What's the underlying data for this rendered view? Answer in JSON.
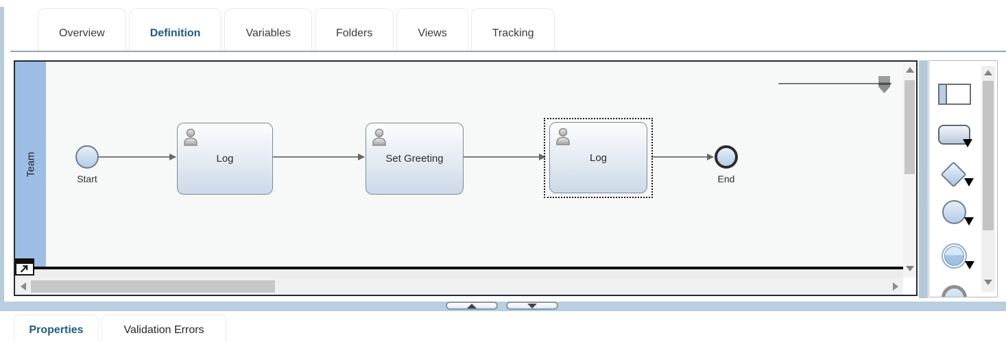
{
  "top_tabs": {
    "overview": "Overview",
    "definition": "Definition",
    "variables": "Variables",
    "folders": "Folders",
    "views": "Views",
    "tracking": "Tracking",
    "selected": "Definition"
  },
  "diagram": {
    "lane": "Team",
    "start_label": "Start",
    "task1_label": "Log",
    "task2_label": "Set Greeting",
    "task3_label": "Log",
    "end_label": "End",
    "selected_node": "third task (Log)",
    "zoom_slider": {
      "handle_position": "right"
    }
  },
  "palette": {
    "tools": [
      "lane-tool",
      "activity-tool",
      "gateway-tool",
      "event-tool",
      "intermediate-event-tool",
      "end-event-tool"
    ]
  },
  "bottom_tabs": {
    "properties": "Properties",
    "validation_errors": "Validation Errors",
    "selected": "Properties"
  },
  "colors": {
    "accent_text": "#1e5b80",
    "lane_blue": "#9dbde4",
    "splitter_blue": "#b9cedf",
    "canvas_border": "#1f2a36",
    "node_border": "#7b8a9b",
    "node_fill": "#ccd9e9",
    "end_event_ring": "#2b2b2b"
  }
}
